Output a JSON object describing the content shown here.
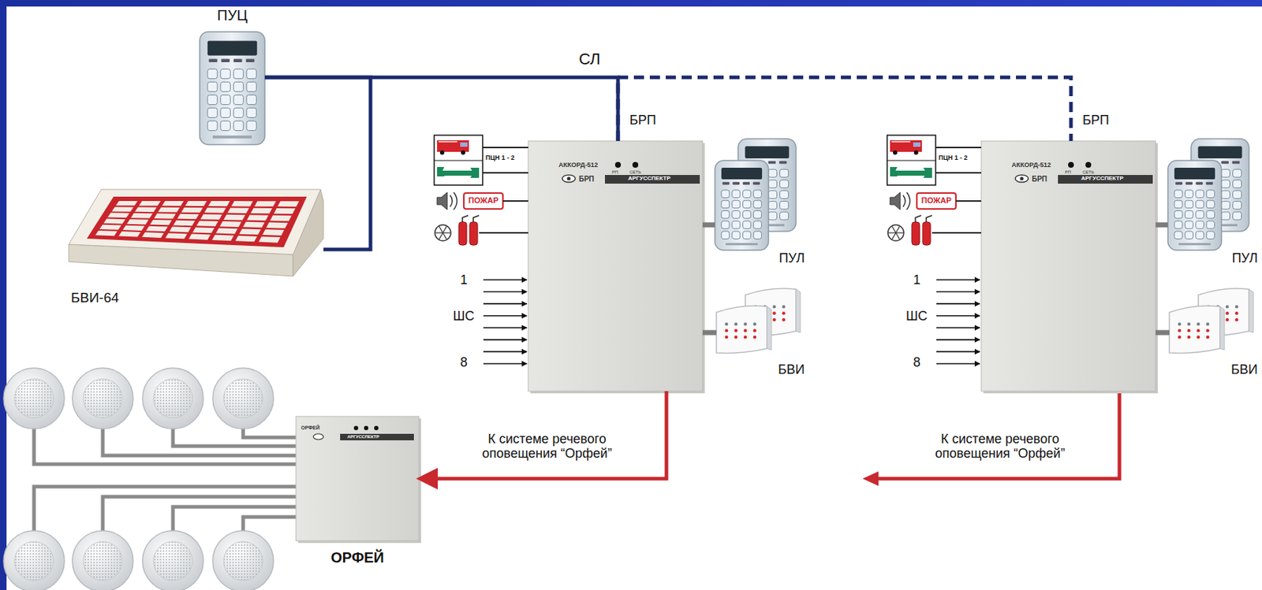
{
  "diagram": {
    "nodes": [
      {
        "text": [
          "ПУЦ"
        ]
      },
      {
        "text": [
          "БВИ-64"
        ]
      },
      {
        "text": [
          "БРП"
        ]
      },
      {
        "text": [
          "ПУЛ"
        ]
      },
      {
        "text": [
          "БВИ"
        ]
      },
      {
        "text": [
          "БРП"
        ]
      },
      {
        "text": [
          "ПУЛ"
        ]
      },
      {
        "text": [
          "БВИ"
        ]
      },
      {
        "text": [
          "ОРФЕЙ"
        ]
      }
    ],
    "edges": [
      {
        "from": 0,
        "to": 1,
        "arrow": "none"
      },
      {
        "from": 0,
        "to": 2,
        "label": "СЛ",
        "arrow": "none"
      },
      {
        "from": 2,
        "to": 5,
        "arrow": "none"
      },
      {
        "from": 2,
        "to": 3,
        "arrow": "none"
      },
      {
        "from": 2,
        "to": 4,
        "arrow": "none"
      },
      {
        "from": 2,
        "to": 8,
        "label": "К системе речевого оповещения “Орфей”",
        "arrow": "to"
      },
      {
        "from": 5,
        "to": 6,
        "arrow": "none"
      },
      {
        "from": 5,
        "to": 7,
        "arrow": "none"
      }
    ],
    "labels": [
      "ПЦН 1 - 2",
      "ПОЖАР",
      "1",
      "ШС",
      "8",
      "АККОРД-512",
      "БРП",
      "АРГУССПЕКТР",
      "РП",
      "СЕТЬ",
      "ПЦН 1 - 2",
      "ПОЖАР",
      "1",
      "ШС",
      "8",
      "АККОРД-512",
      "БРП",
      "АРГУССПЕКТР",
      "РП",
      "СЕТЬ",
      "К системе речевого оповещения “Орфей”",
      "ОРФЕЙ",
      "АРГУССПЕКТР"
    ]
  }
}
